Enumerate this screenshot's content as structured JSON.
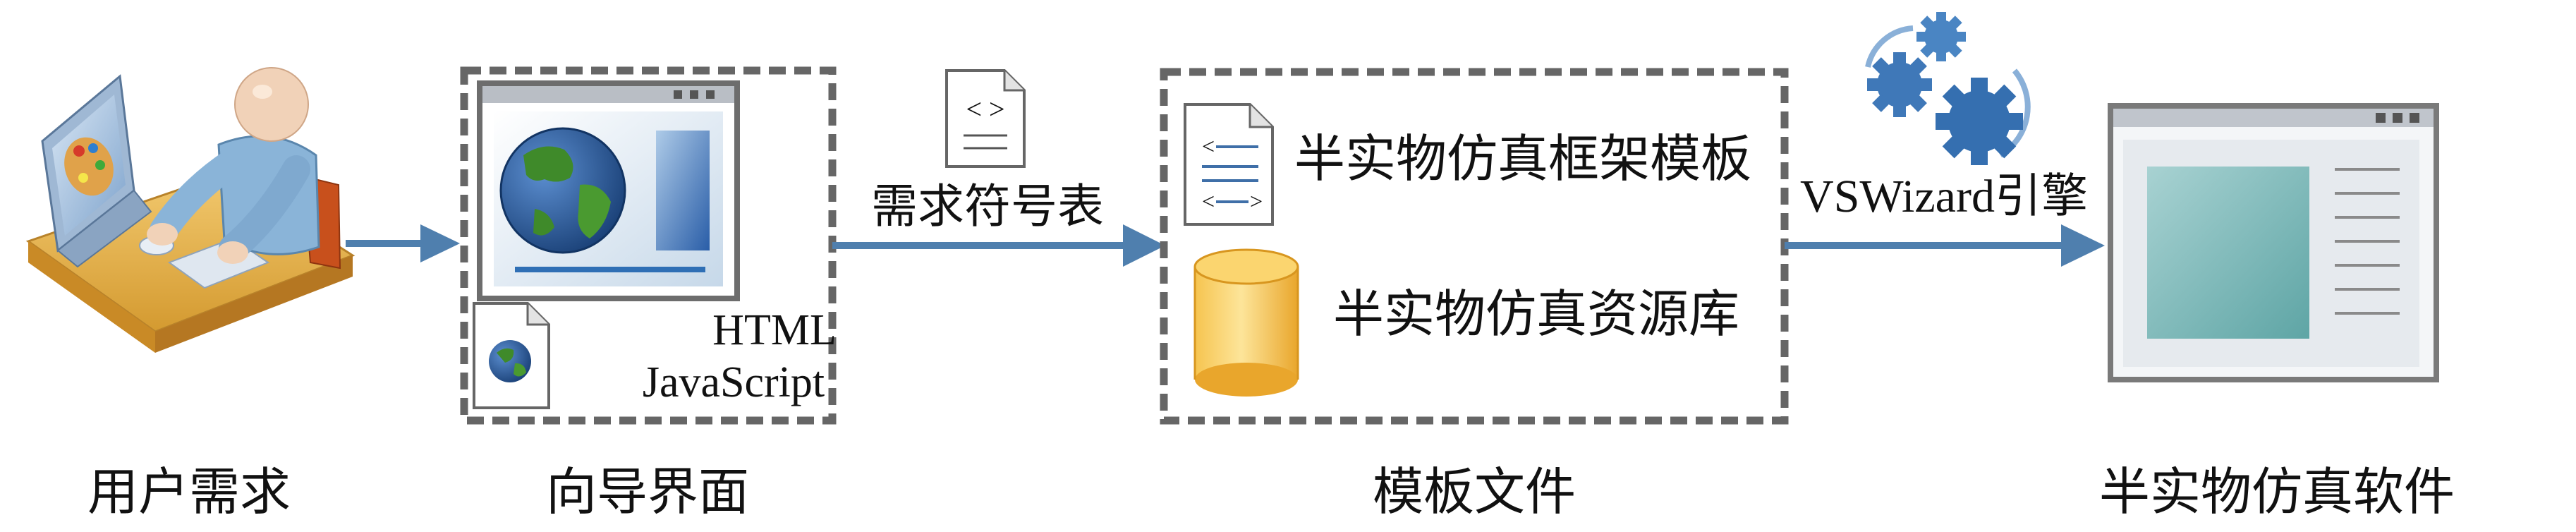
{
  "stages": [
    {
      "id": "user",
      "label": "用户需求"
    },
    {
      "id": "wizard",
      "label": "向导界面"
    },
    {
      "id": "template",
      "label": "模板文件"
    },
    {
      "id": "software",
      "label": "半实物仿真软件"
    }
  ],
  "wizard_box": {
    "tech_line1": "HTML",
    "tech_line2": "JavaScript"
  },
  "edges": {
    "symbol_table": "需求符号表",
    "engine": "VSWizard引擎"
  },
  "template_box": {
    "framework_template": "半实物仿真框架模板",
    "resource_library": "半实物仿真资源库"
  },
  "colors": {
    "arrow": "#4f7fae",
    "box_border": "#666666",
    "globe_ocean": "#2c5d9c",
    "globe_land": "#3f8a2a",
    "cylinder": "#f0b43c",
    "gear": "#3f78b8"
  },
  "icons": {
    "user": "person-at-computer-icon",
    "document": "document-code-icon",
    "database": "database-cylinder-icon",
    "gears": "gears-icon",
    "window": "app-window-icon",
    "globe": "globe-icon"
  }
}
